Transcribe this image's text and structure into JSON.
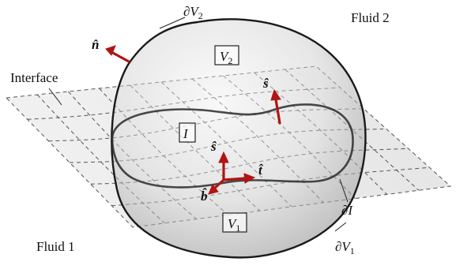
{
  "labels": {
    "fluid2": "Fluid 2",
    "fluid1": "Fluid 1",
    "interface": "Interface",
    "boundary_v2": "∂V",
    "boundary_v2_sub": "2",
    "boundary_v1": "∂V",
    "boundary_v1_sub": "1",
    "boundary_i": "∂I",
    "region_v2": "V",
    "region_v2_sub": "2",
    "region_v1": "V",
    "region_v1_sub": "1",
    "region_i": "I"
  },
  "vectors": {
    "n": "n̂",
    "s_top": "ŝ",
    "s": "ŝ",
    "t": "t̂",
    "b": "b̂"
  },
  "colors": {
    "arrow": "#b01414",
    "outline": "#1a1a1a",
    "grid": "#555555",
    "body_fill": "#d2d2d2"
  }
}
